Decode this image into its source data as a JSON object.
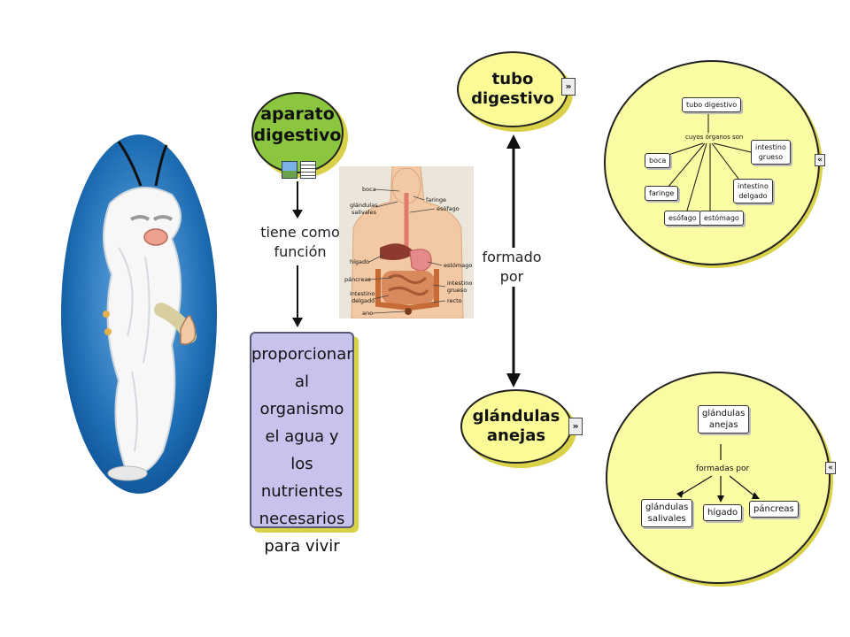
{
  "main_node": {
    "line1": "aparato",
    "line2": "digestivo"
  },
  "link_function": {
    "line1": "tiene como",
    "line2": "función"
  },
  "purpose": {
    "lines": [
      "proporcionar",
      "al organismo",
      "el agua y los",
      "nutrientes",
      "necesarios",
      "para vivir"
    ]
  },
  "link_formed": "formado por",
  "tube_node": "tubo digestivo",
  "glands_node": {
    "line1": "glándulas",
    "line2": "anejas"
  },
  "anatomy_labels": {
    "boca": "boca",
    "faringe": "faringe",
    "glandulas": "glándulas",
    "salivales": "salivales",
    "esofago": "esófago",
    "higado": "hígado",
    "estomago": "estómago",
    "pancreas": "páncreas",
    "intestino_grueso_1": "intestino",
    "intestino_grueso_2": "grueso",
    "intestino_delgado_1": "intestino",
    "intestino_delgado_2": "delgado",
    "recto": "recto",
    "ano": "ano"
  },
  "tube_map": {
    "root": "tubo digestivo",
    "link": "cuyos órganos son",
    "organs": {
      "boca": "boca",
      "faringe": "faringe",
      "esofago": "esófago",
      "estomago": "estómago",
      "intestino_delgado_1": "intestino",
      "intestino_delgado_2": "delgado",
      "intestino_grueso_1": "intestino",
      "intestino_grueso_2": "grueso"
    }
  },
  "gland_map": {
    "root_1": "glándulas",
    "root_2": "anejas",
    "link": "formadas por",
    "items": {
      "salivales_1": "glándulas",
      "salivales_2": "salivales",
      "higado": "hígado",
      "pancreas": "páncreas"
    }
  },
  "expand_symbol": "»",
  "collapse_symbol": "«",
  "colors": {
    "main_node": "#8cc63f",
    "ellipse_nodes": "#fafa96",
    "purpose_box": "#c8c3ec",
    "shadow": "#d9d248",
    "character_background": "#1f6fb5"
  }
}
